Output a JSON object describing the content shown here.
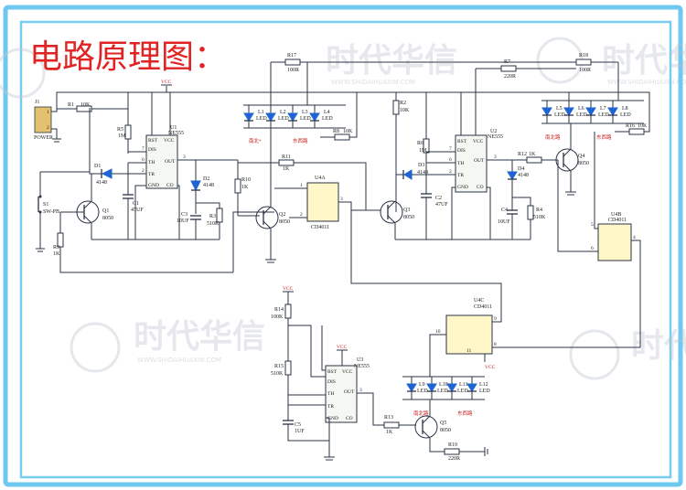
{
  "title": "电路原理图：",
  "watermark": {
    "name": "时代华信",
    "sub": "WWW.SHIDAIHUAXIN.COM"
  },
  "colors": {
    "frame": "#6fc8ef",
    "title": "#e02323",
    "wire": "#2a3346",
    "led": "#1e64d2",
    "note": "#c62020"
  },
  "labels": {
    "J1": "J1",
    "POWER": "POWER",
    "J1_p1": "1",
    "J1_p2": "2",
    "R1": "R1",
    "R1v": "10K",
    "VCC": "VCC",
    "R5": "R5",
    "R5v": "1M",
    "D1": "D1",
    "D1v": "4148",
    "S1": "S1",
    "S1v": "SW-PB",
    "Q1": "Q1",
    "Q1v": "8050",
    "C1": "C1",
    "C1v": "47UF",
    "R9": "R9",
    "R9v": "1K",
    "U1": "U1",
    "U1v": "NE555",
    "pRST": "RST",
    "pVCC": "VCC",
    "pDIS": "DIS",
    "pTH": "TH",
    "pTR": "TR",
    "pGND": "GND",
    "pCO": "CO",
    "pOUT": "OUT",
    "n4": "4",
    "n8": "8",
    "n7": "7",
    "n6": "6",
    "n2": "2",
    "n1": "1",
    "n5": "5",
    "n3": "3",
    "D2": "D2",
    "D2v": "4148",
    "C3": "C3",
    "C3v": "10UF",
    "R3": "R3",
    "R3v": "510K",
    "R10": "R10",
    "R10v": "1K",
    "R17": "R17",
    "R17v": "100R",
    "L1": "L1",
    "L2": "L2",
    "L3": "L3",
    "L4": "L4",
    "LED": "LED",
    "noteA": "南北*",
    "noteB": "东西路",
    "R8": "R8",
    "R8v": "10K",
    "R11": "R11",
    "R11v": "1K",
    "Q2": "Q2",
    "Q2v": "8050",
    "U4A": "U4A",
    "CD4011": "CD4011",
    "R2": "R2",
    "R2v": "10K",
    "R6": "R6",
    "R6v": "1M",
    "D3": "D3",
    "D3v": "4148",
    "C2": "C2",
    "C2v": "47UF",
    "Q3": "Q3",
    "Q3v": "8050",
    "U2": "U2",
    "U2v": "NE555",
    "R7": "R7",
    "R7v": "220R",
    "R18": "R18",
    "R18v": "100R",
    "L5": "L5",
    "L6": "L6",
    "L7": "L7",
    "L8": "L8",
    "noteC": "南北路",
    "noteD": "东西路",
    "R16": "R16",
    "R16v": "10K",
    "R12": "R12",
    "R12v": "1K",
    "D4": "D4",
    "D4v": "4148",
    "Q4": "Q4",
    "Q4v": "8050",
    "C4": "C4",
    "C4v": "10UF",
    "R4": "R4",
    "R4v": "510K",
    "U4B": "U4B",
    "R14": "R14",
    "R14v": "100K",
    "R15": "R15",
    "R15v": "510K",
    "U3": "U3",
    "U3v": "NE555",
    "C5": "C5",
    "C5v": "1UF",
    "R13": "R13",
    "R13v": "1K",
    "U4C": "U4C",
    "n9": "9",
    "n10": "10",
    "n11": "11",
    "L9": "L9",
    "L10": "L10",
    "L11": "L11",
    "L12": "L12",
    "noteE": "南北路",
    "noteF": "东西路",
    "Q5": "Q5",
    "Q5v": "8050",
    "R19": "R19",
    "R19v": "220R"
  }
}
